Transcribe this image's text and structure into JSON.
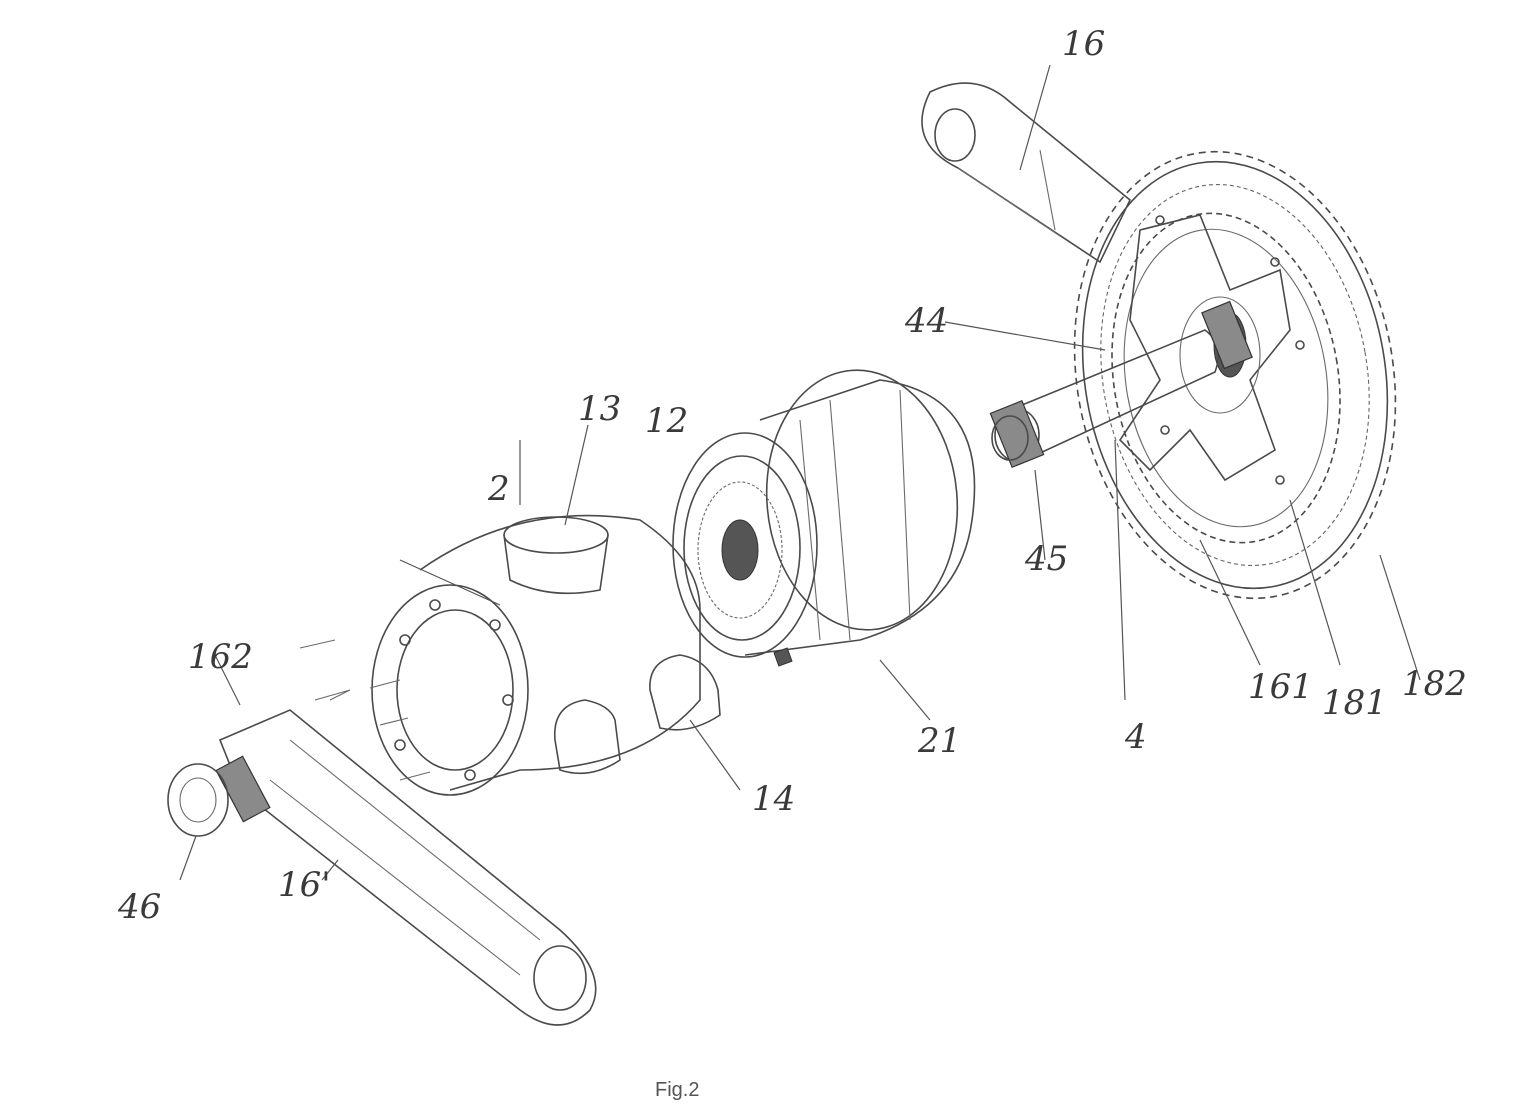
{
  "figure": {
    "caption": "Fig.2",
    "reference_labels": {
      "crank_arm_right": "16",
      "crank_arm_left": "16'",
      "spindle_spline_end": "44",
      "spindle_spline_free": "45",
      "spindle": "4",
      "left_nut": "46",
      "housing": "2",
      "tube_top": "13",
      "tube_top_ring": "12",
      "tube_side": "14",
      "motor_unit": "21",
      "crank_lug": "162",
      "spider": "161",
      "chainring_inner": "181",
      "chainring_outer": "182"
    }
  }
}
